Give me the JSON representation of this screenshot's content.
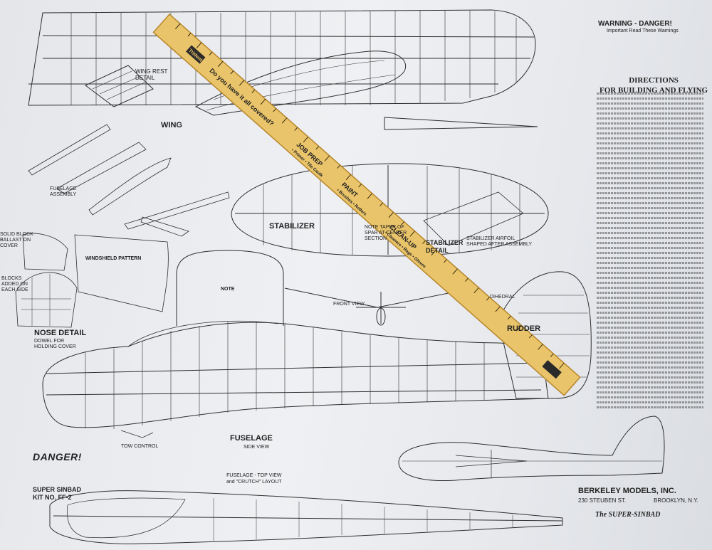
{
  "labels": {
    "wing_rest_detail": "WING REST\nDETAIL",
    "wing": "WING",
    "fuselage_assembly": "FUSELAGE\nASSEMBLY",
    "stabilizer": "STABILIZER",
    "stabilizer_detail": "STABILIZER\nDETAIL",
    "note_taper": "NOTE TAPER OF\nSPAR AT CENTER\nSECTION",
    "stabilizer_airfoil": "STABILIZER AIRFOIL\nSHAPED AFTER ASSEMBLY",
    "windshield_pattern": "WINDSHIELD PATTERN",
    "nose_detail": "NOSE DETAIL",
    "dowel_note": "DOWEL FOR\nHOLDING COVER",
    "solid_block": "SOLID BLOCK\nBALLAST ON\nCOVER",
    "blocks_note": "BLOCKS\nADDED ON\nEACH SIDE",
    "note": "NOTE",
    "front_view": "FRONT VIEW",
    "dihedral": "DIHEDRAL",
    "rudder": "RUDDER",
    "fuselage": "FUSELAGE",
    "side_view": "SIDE VIEW",
    "tow_control": "TOW CONTROL",
    "danger": "DANGER!",
    "super_sinbad_kit": "SUPER SINBAD\nKIT NO. FF-2",
    "fuselage_top_view": "FUSELAGE - TOP VIEW\nand \"CRUTCH\" LAYOUT",
    "warning_danger": "WARNING - DANGER!",
    "warning_sub": "Important Read These Warnings",
    "directions": "DIRECTIONS\nFOR BUILDING AND FLYING",
    "company": "BERKELEY MODELS, INC.",
    "address_left": "230 STEUBEN ST.",
    "address_right": "BROOKLYN, N.Y.",
    "plane_name": "The SUPER-SINBAD"
  },
  "ruler": {
    "brand": "Trident",
    "slogan": "Do you have it all covered?",
    "line1": "JOB PREP",
    "line2": "• Primer • Tile Caulk",
    "line3": "PAINT",
    "line4": "• Brushes • Rollers",
    "line5": "CLEAN-UP",
    "line6": "• Cleaners • Rags • Gloves"
  },
  "colors": {
    "paper": "#eceef1",
    "ink": "#2a2a2a",
    "ruler_wood": "#e9c46a",
    "ruler_edge": "#b8862b"
  }
}
